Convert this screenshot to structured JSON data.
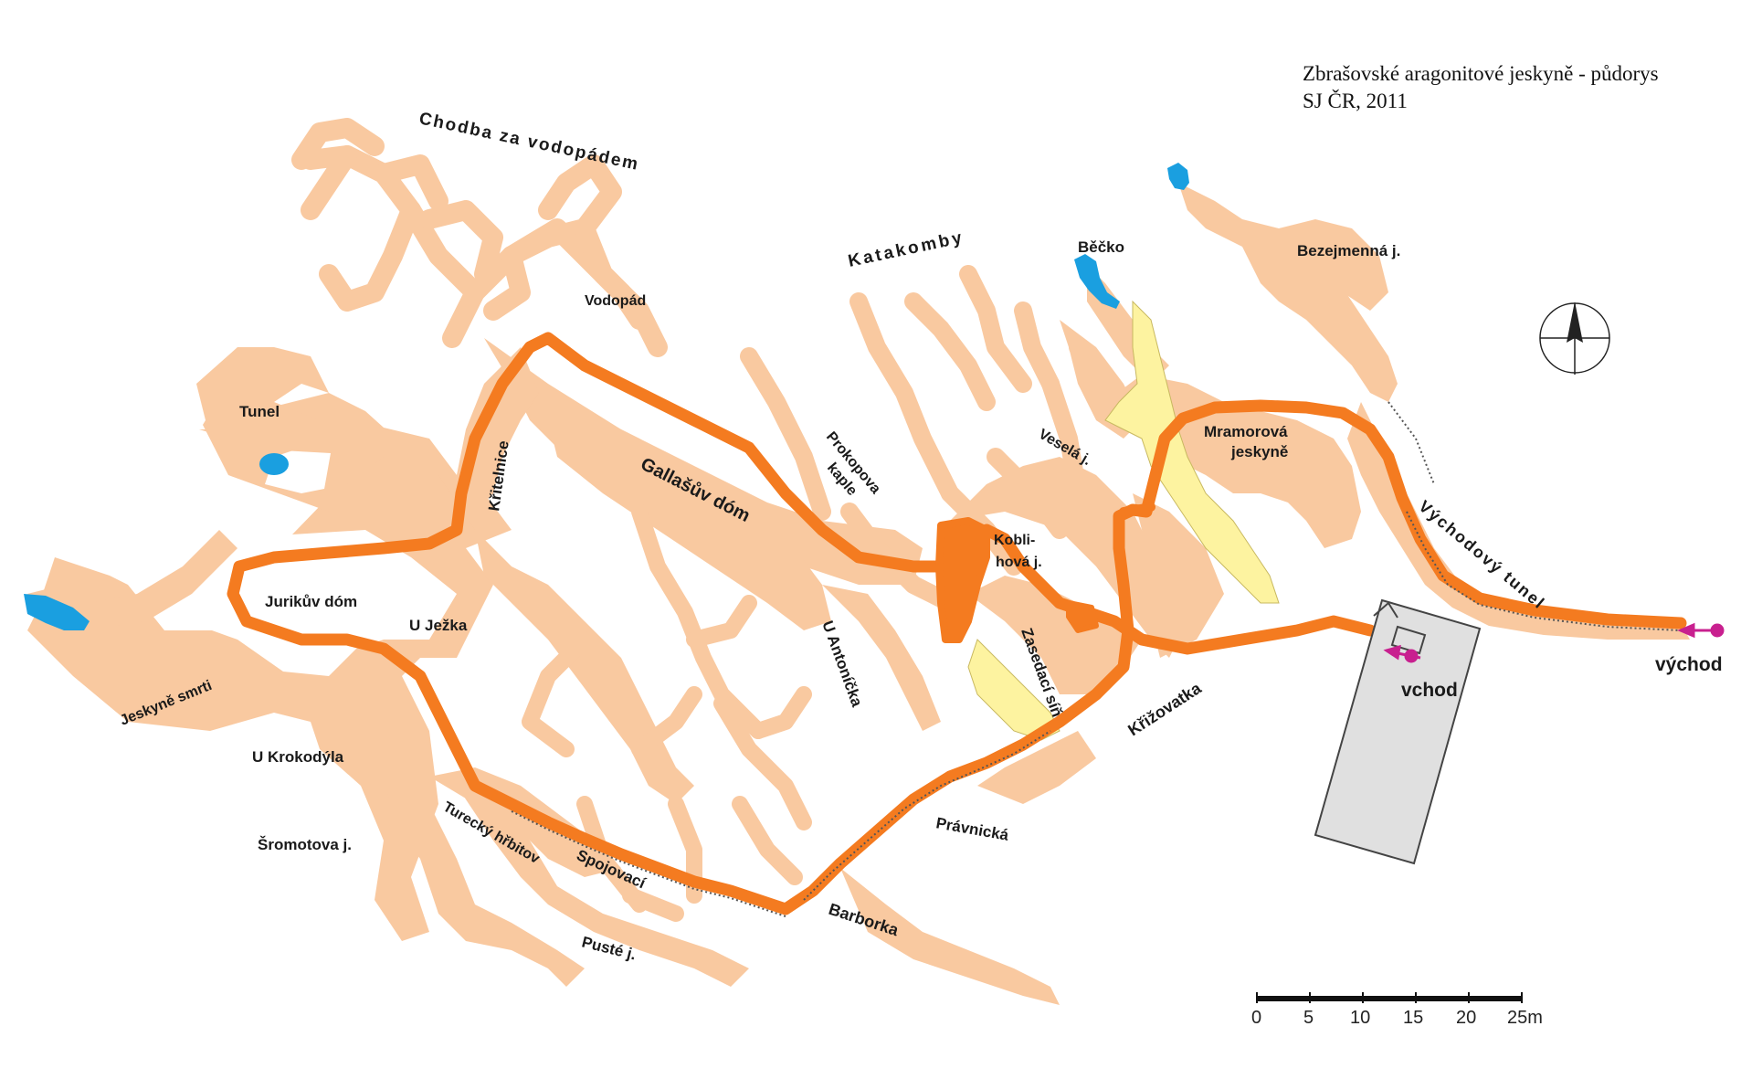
{
  "title": {
    "line1": "Zbrašovské aragonitové jeskyně - půdorys",
    "line2": "SJ ČR, 2011"
  },
  "labels": {
    "chodba": "Chodba za vodopádem",
    "vodopad": "Vodopád",
    "katakomby": "Katakomby",
    "becko": "Běčko",
    "bezejmenna": "Bezejmenná j.",
    "tunel": "Tunel",
    "kritelnice": "Křitelnice",
    "gallasuv": "Gallašův dóm",
    "prokopova1": "Prokopova",
    "prokopova2": "kaple",
    "vesela": "Veselá j.",
    "mramorova1": "Mramorová",
    "mramorova2": "jeskyně",
    "vychodovy": "Východový tunel",
    "kobli1": "Kobli-",
    "kobli2": "hová j.",
    "jurikuv": "Jurikův dóm",
    "jezka": "U Ježka",
    "antonicka": "U Antoníčka",
    "zasedaci": "Zasedací síň",
    "krizovatka": "Křižovatka",
    "vchod": "vchod",
    "vychod": "východ",
    "smrti": "Jeskyně smrti",
    "krokodyla": "U Krokodýla",
    "turecky": "Turecký hřbitov",
    "sromotova": "Šromotova j.",
    "spojovaci": "Spojovací",
    "pravnicka": "Právnická",
    "barborka": "Barborka",
    "puste": "Pusté j."
  },
  "scale_bar": {
    "ticks": [
      "0",
      "5",
      "10",
      "15",
      "20",
      "25m"
    ]
  },
  "colors": {
    "cave": "#f9c9a0",
    "path": "#f47b20",
    "water": "#1a9fe0",
    "aragonite": "#fdf3a0",
    "building": "#e0e0e0",
    "entrance": "#c8208f"
  },
  "icons": {
    "compass": "north-arrow-icon"
  }
}
